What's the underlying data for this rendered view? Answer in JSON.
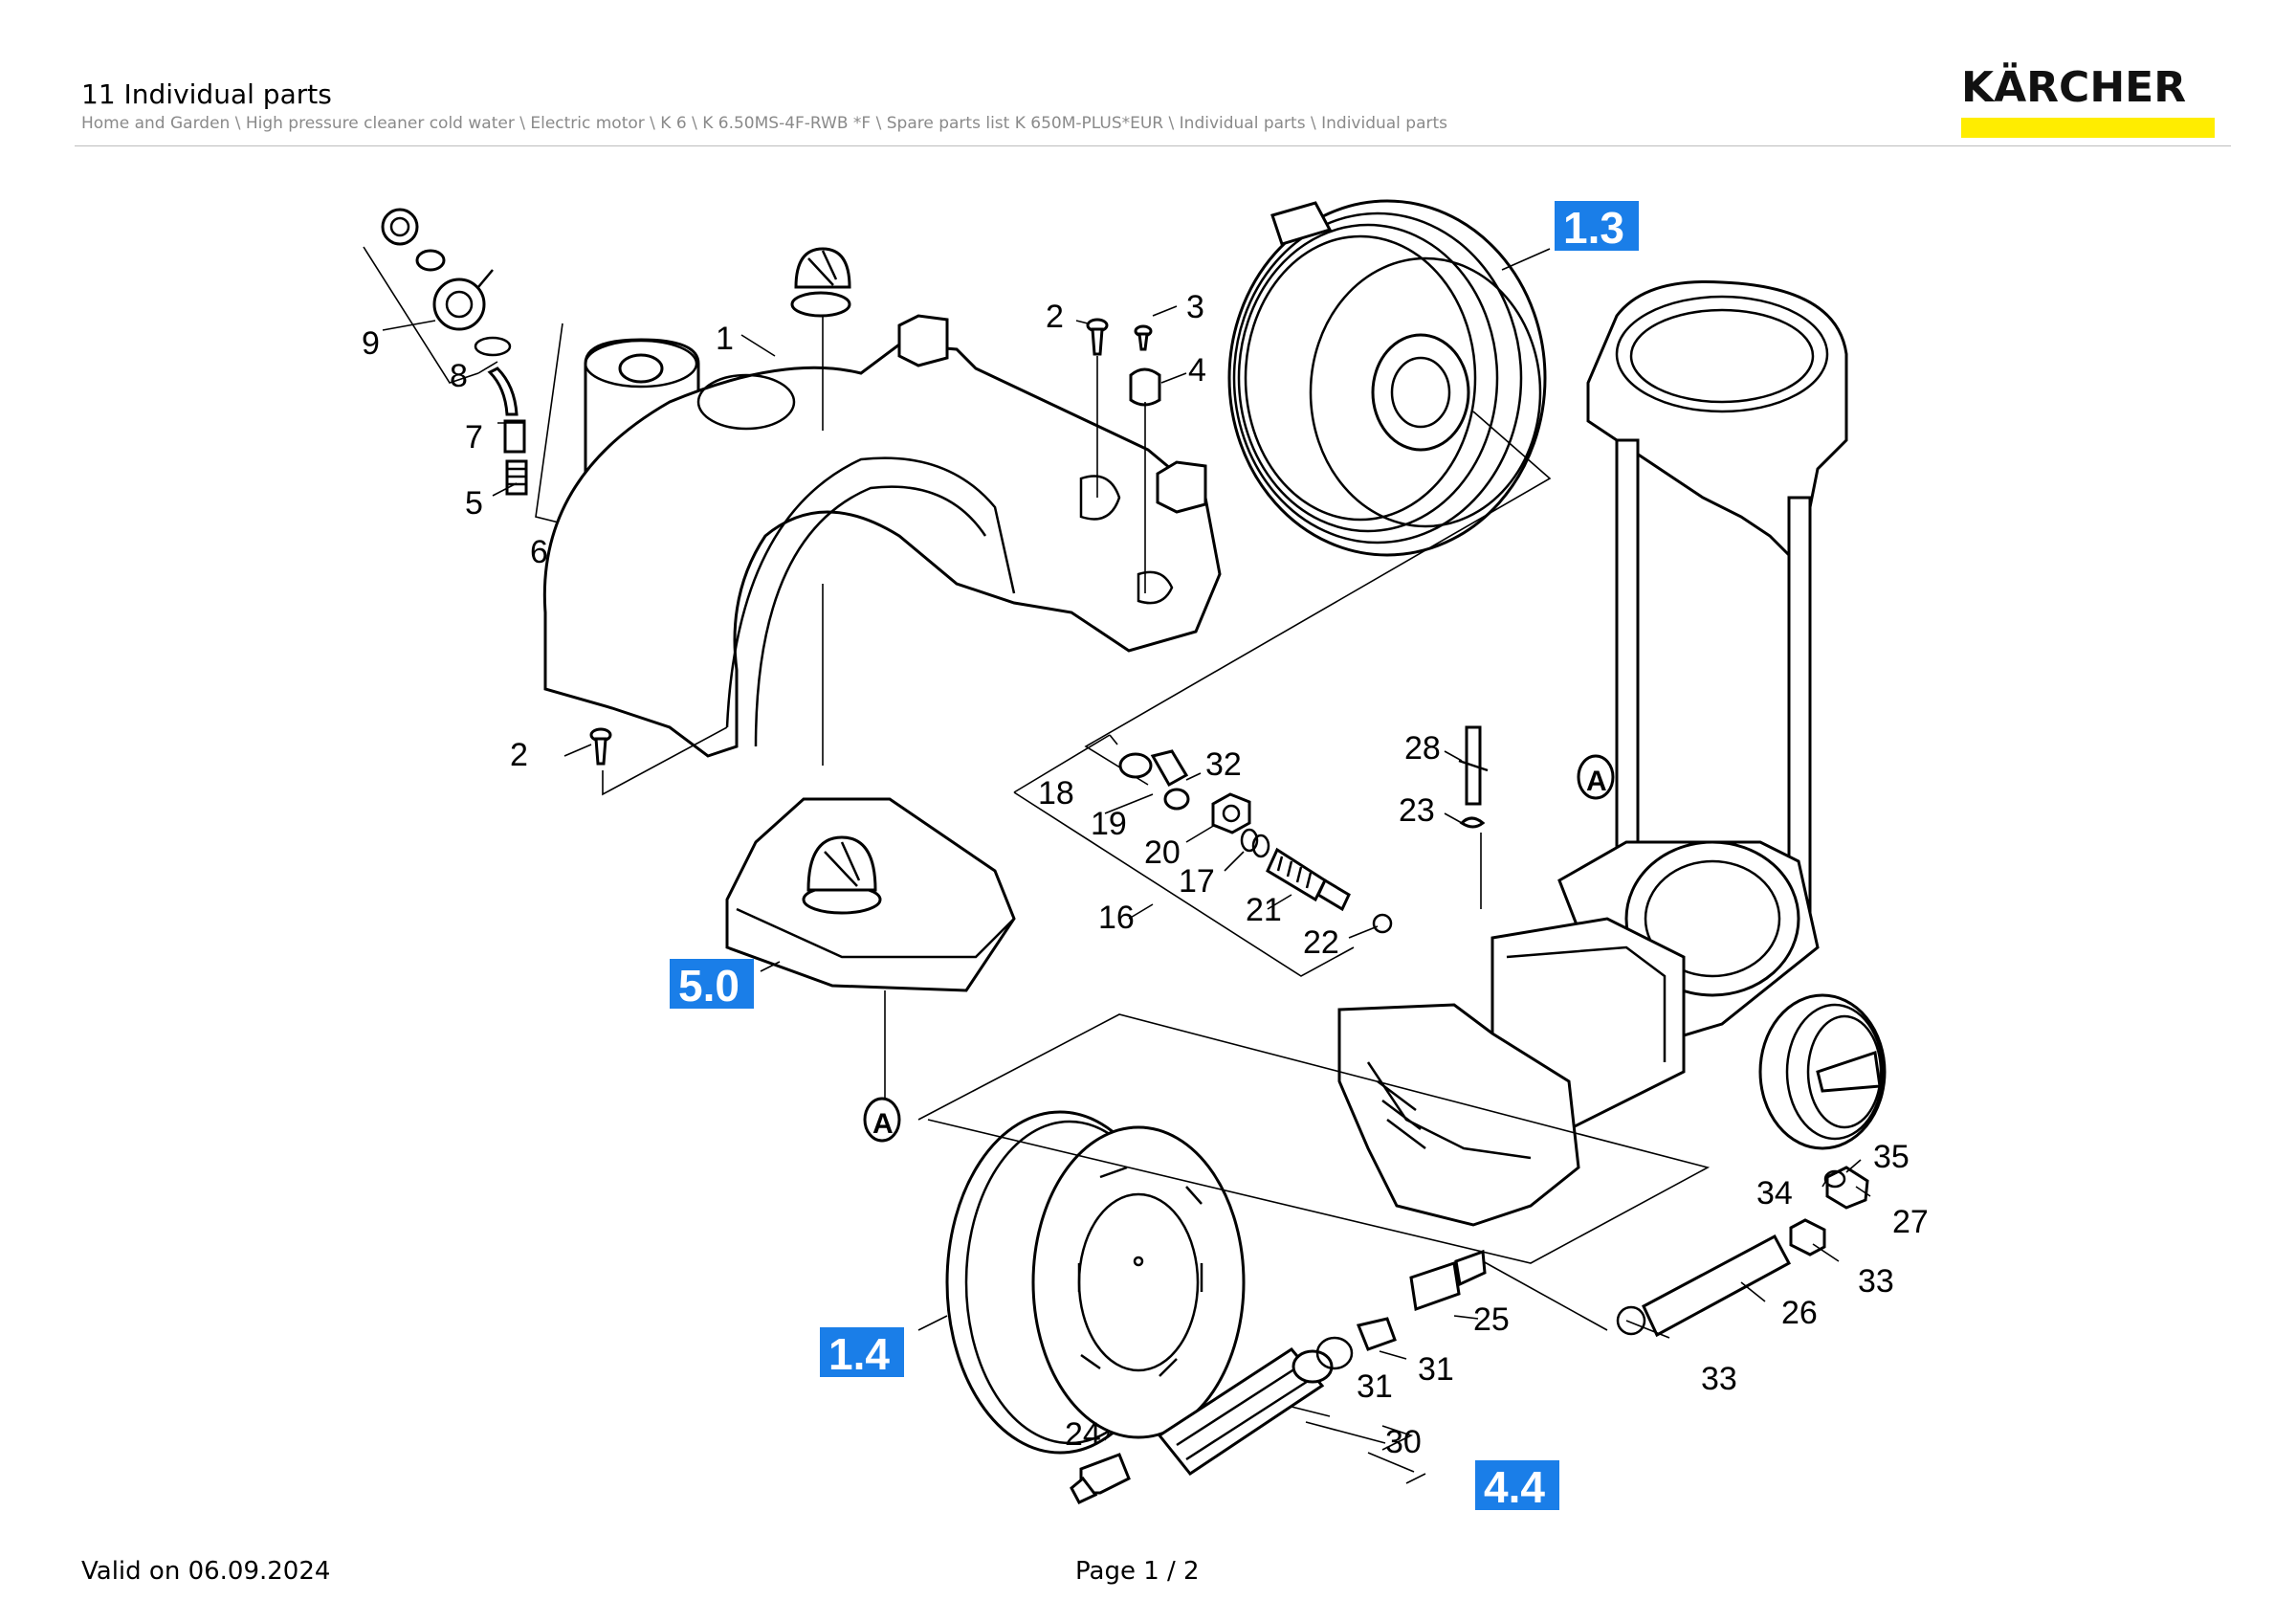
{
  "header": {
    "title": "11 Individual parts",
    "breadcrumb": "Home and Garden \\ High pressure cleaner cold water \\ Electric motor \\ K 6 \\ K 6.50MS-4F-RWB *F \\ Spare parts list K 650M-PLUS*EUR \\ Individual parts \\ Individual parts"
  },
  "logo": {
    "text": "KÄRCHER",
    "bar_color": "#ffed00"
  },
  "diagram": {
    "tag_color": "#1a7ee8",
    "tags": [
      "1.3",
      "5.0",
      "1.4",
      "4.4"
    ],
    "labels": {
      "l1": "1",
      "l2a": "2",
      "l2b": "2",
      "l3": "3",
      "l4": "4",
      "l5": "5",
      "l6": "6",
      "l7": "7",
      "l8": "8",
      "l9": "9",
      "l16": "16",
      "l17": "17",
      "l18": "18",
      "l19": "19",
      "l20": "20",
      "l21": "21",
      "l22": "22",
      "l23": "23",
      "l24": "24",
      "l25": "25",
      "l26": "26",
      "l27": "27",
      "l28": "28",
      "l30": "30",
      "l31a": "31",
      "l31b": "31",
      "l32": "32",
      "l33a": "33",
      "l33b": "33",
      "l34": "34",
      "l35": "35"
    },
    "ref_marks": [
      "A",
      "A"
    ]
  },
  "footer": {
    "valid": "Valid on 06.09.2024",
    "page": "Page 1 / 2"
  }
}
